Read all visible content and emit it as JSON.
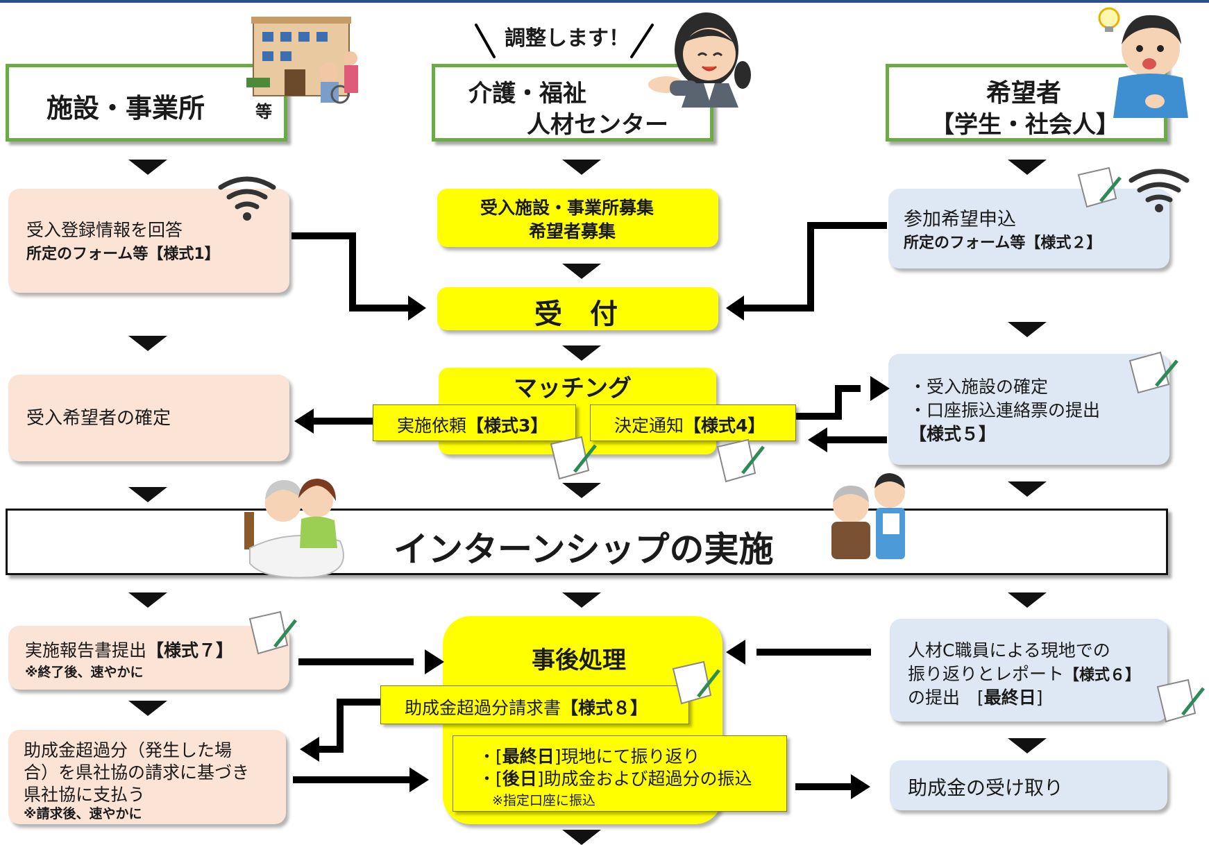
{
  "facility": {
    "title": "施設・事業所",
    "title_suffix": "等",
    "step1_line1": "受入登録情報を回答",
    "step1_line2": "所定のフォーム等【様式1】",
    "step2": "受入希望者の確定",
    "step3_line1_a": "実施報告書提出",
    "step3_line1_b": "【様式７】",
    "step3_line2": "※終了後、速やかに",
    "step4_line1": "助成金超過分（発生した場",
    "step4_line2": "合）を県社協の請求に基づき",
    "step4_line3": "県社協に支払う",
    "step4_line4": "※請求後、速やかに"
  },
  "center": {
    "shout": "調整します！",
    "title_line1": "介護・福祉",
    "title_line2": "人材センター",
    "recruit_line1": "受入施設・事業所募集",
    "recruit_line2": "希望者募集",
    "reception": "受　付",
    "matching": "マッチング",
    "request_a": "実施依頼",
    "request_b": "【様式3】",
    "notice_a": "決定通知",
    "notice_b": "【様式4】",
    "post": "事後処理",
    "invoice_a": "助成金超過分請求書",
    "invoice_b": "【様式８】",
    "final_line1_a": "・[",
    "final_line1_b": "最終日",
    "final_line1_c": "]現地にて振り返り",
    "final_line2_a": "・[",
    "final_line2_b": "後日",
    "final_line2_c": "]助成金および超過分の振込",
    "final_line3": "※指定口座に振込"
  },
  "applicant": {
    "title_line1": "希望者",
    "title_line2": "【学生・社会人】",
    "step1_line1": "参加希望申込",
    "step1_line2": "所定のフォーム等【様式２】",
    "step2_line1": "・受入施設の確定",
    "step2_line2": "・口座振込連絡票の提出",
    "step2_line3": "【様式５】",
    "step3_line1": "人材C職員による現地での",
    "step3_line2_a": "振り返りとレポート",
    "step3_line2_b": "【様式６】",
    "step3_line3_a": "の提出　[",
    "step3_line3_b": "最終日",
    "step3_line3_c": "]",
    "step4": "助成金の受け取り"
  },
  "internship": "インターンシップの実施",
  "icons": [
    "facility-building-icon",
    "staff-woman-icon",
    "student-man-icon",
    "wifi-icon",
    "paper-pen-icon",
    "elderly-care-icon",
    "caregiver-man-icon"
  ],
  "colors": {
    "green_border": "#6aab46",
    "peach": "#fbe3d6",
    "light_blue": "#dee8f4",
    "yellow": "#ffff00",
    "top_bar": "#2e4f8a"
  }
}
